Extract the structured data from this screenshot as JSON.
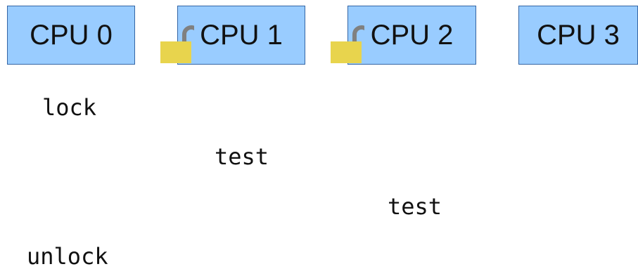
{
  "colors": {
    "cpu_fill": "#99ccff",
    "cpu_border": "#3465a4",
    "lock_body": "#e8d44d",
    "lock_shackle": "#808080"
  },
  "cpus": [
    {
      "label": "CPU 0"
    },
    {
      "label": "CPU 1"
    },
    {
      "label": "CPU 2"
    },
    {
      "label": "CPU 3"
    }
  ],
  "locks": [
    {
      "icon": "padlock-icon",
      "on": "CPU 1"
    },
    {
      "icon": "padlock-icon",
      "on": "CPU 2"
    }
  ],
  "operations": [
    {
      "text": "lock",
      "cpu": "CPU 0"
    },
    {
      "text": "test",
      "cpu": "CPU 1"
    },
    {
      "text": "test",
      "cpu": "CPU 2"
    },
    {
      "text": "unlock",
      "cpu": "CPU 0"
    }
  ]
}
